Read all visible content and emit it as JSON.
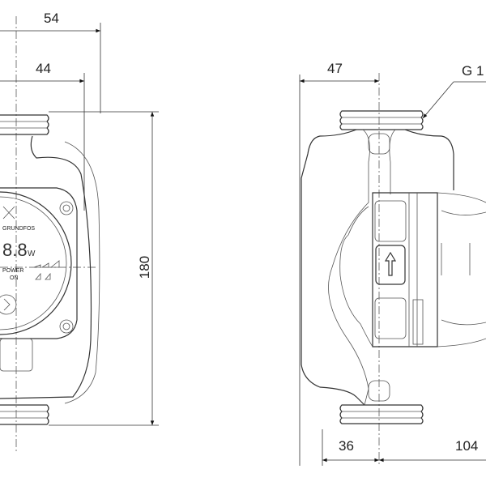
{
  "front_view": {
    "dims": {
      "width_total": "54",
      "width_axis": "44",
      "height": "180"
    },
    "display": {
      "brand": "GRUNDFOS",
      "power_value": "8.8",
      "power_unit": "W",
      "power_label": "POWER",
      "on_label": "ON"
    }
  },
  "side_view": {
    "dims": {
      "depth_front": "47",
      "depth_bottom": "36",
      "depth_back": "104",
      "thread": "G 1"
    }
  }
}
